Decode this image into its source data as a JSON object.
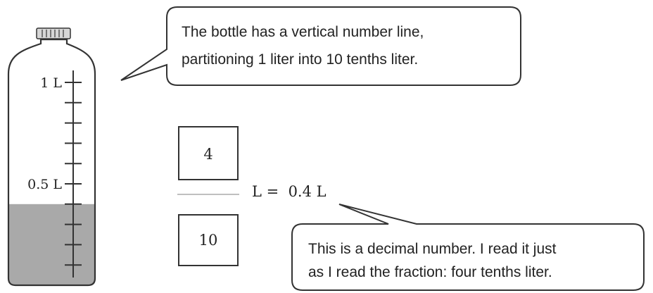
{
  "bottle": {
    "scale_labels": {
      "top": "1 L",
      "middle": "0.5 L"
    },
    "tick_count": 10,
    "fill_level_liters": 0.4,
    "water_color": "#a9a9a9",
    "outline_color": "#333333"
  },
  "callouts": {
    "bottle_note": {
      "lines": [
        "The bottle has a vertical number line,",
        "partitioning 1 liter into 10 tenths liter."
      ]
    },
    "decimal_note": {
      "lines": [
        "This is a decimal number.  I read it just",
        "as I read the fraction:  four tenths liter."
      ]
    }
  },
  "equation": {
    "numerator": "4",
    "denominator": "10",
    "rest": "L =  0.4 L"
  }
}
